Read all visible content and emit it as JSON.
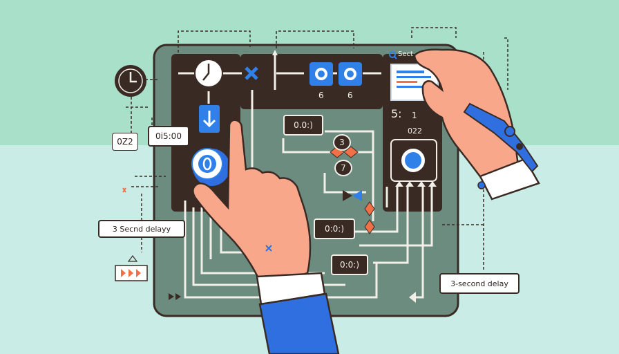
{
  "labels": {
    "delay_left": "3 Secnd delayy",
    "delay_right": "3-second delay",
    "timer_left": "0i5:00",
    "small_left": "0Z2",
    "timer_mid_top": "0.0:)",
    "timer_mid": "0:0:)",
    "timer_bottom": "0:0:)",
    "num_three": "3",
    "num_seven": "7",
    "toggle_a": "6",
    "toggle_b": "6",
    "search_text": "Sect",
    "panel_num_a": "5:",
    "panel_num_b": "1",
    "panel_num_c": "022"
  },
  "colors": {
    "board": "#6b8c7f",
    "panel": "#3a2a24",
    "accent_blue": "#2f80e8",
    "accent_orange": "#f07048",
    "skin": "#f9a78b",
    "sleeve": "#2f6fe0"
  },
  "icons": {
    "clock": "clock-icon",
    "timer": "stopwatch-icon",
    "down_arrow": "arrow-down-icon",
    "search": "search-icon",
    "close": "cross-icon",
    "play": "play-icon"
  }
}
